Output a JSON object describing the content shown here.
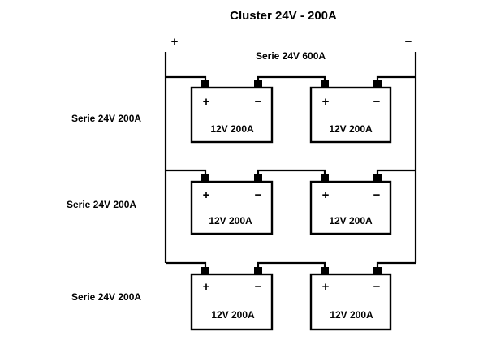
{
  "title": "Cluster 24V - 200A",
  "terminals": {
    "positive": "+",
    "negative": "−"
  },
  "top_label": "Serie 24V  600A",
  "rows": [
    {
      "label": "Serie 24V  200A",
      "batteries": [
        {
          "label": "12V  200A",
          "pos": "+",
          "neg": "−"
        },
        {
          "label": "12V  200A",
          "pos": "+",
          "neg": "−"
        }
      ]
    },
    {
      "label": "Serie 24V  200A",
      "batteries": [
        {
          "label": "12V  200A",
          "pos": "+",
          "neg": "−"
        },
        {
          "label": "12V  200A",
          "pos": "+",
          "neg": "−"
        }
      ]
    },
    {
      "label": "Serie 24V  200A",
      "batteries": [
        {
          "label": "12V  200A",
          "pos": "+",
          "neg": "−"
        },
        {
          "label": "12V  200A",
          "pos": "+",
          "neg": "−"
        }
      ]
    }
  ]
}
